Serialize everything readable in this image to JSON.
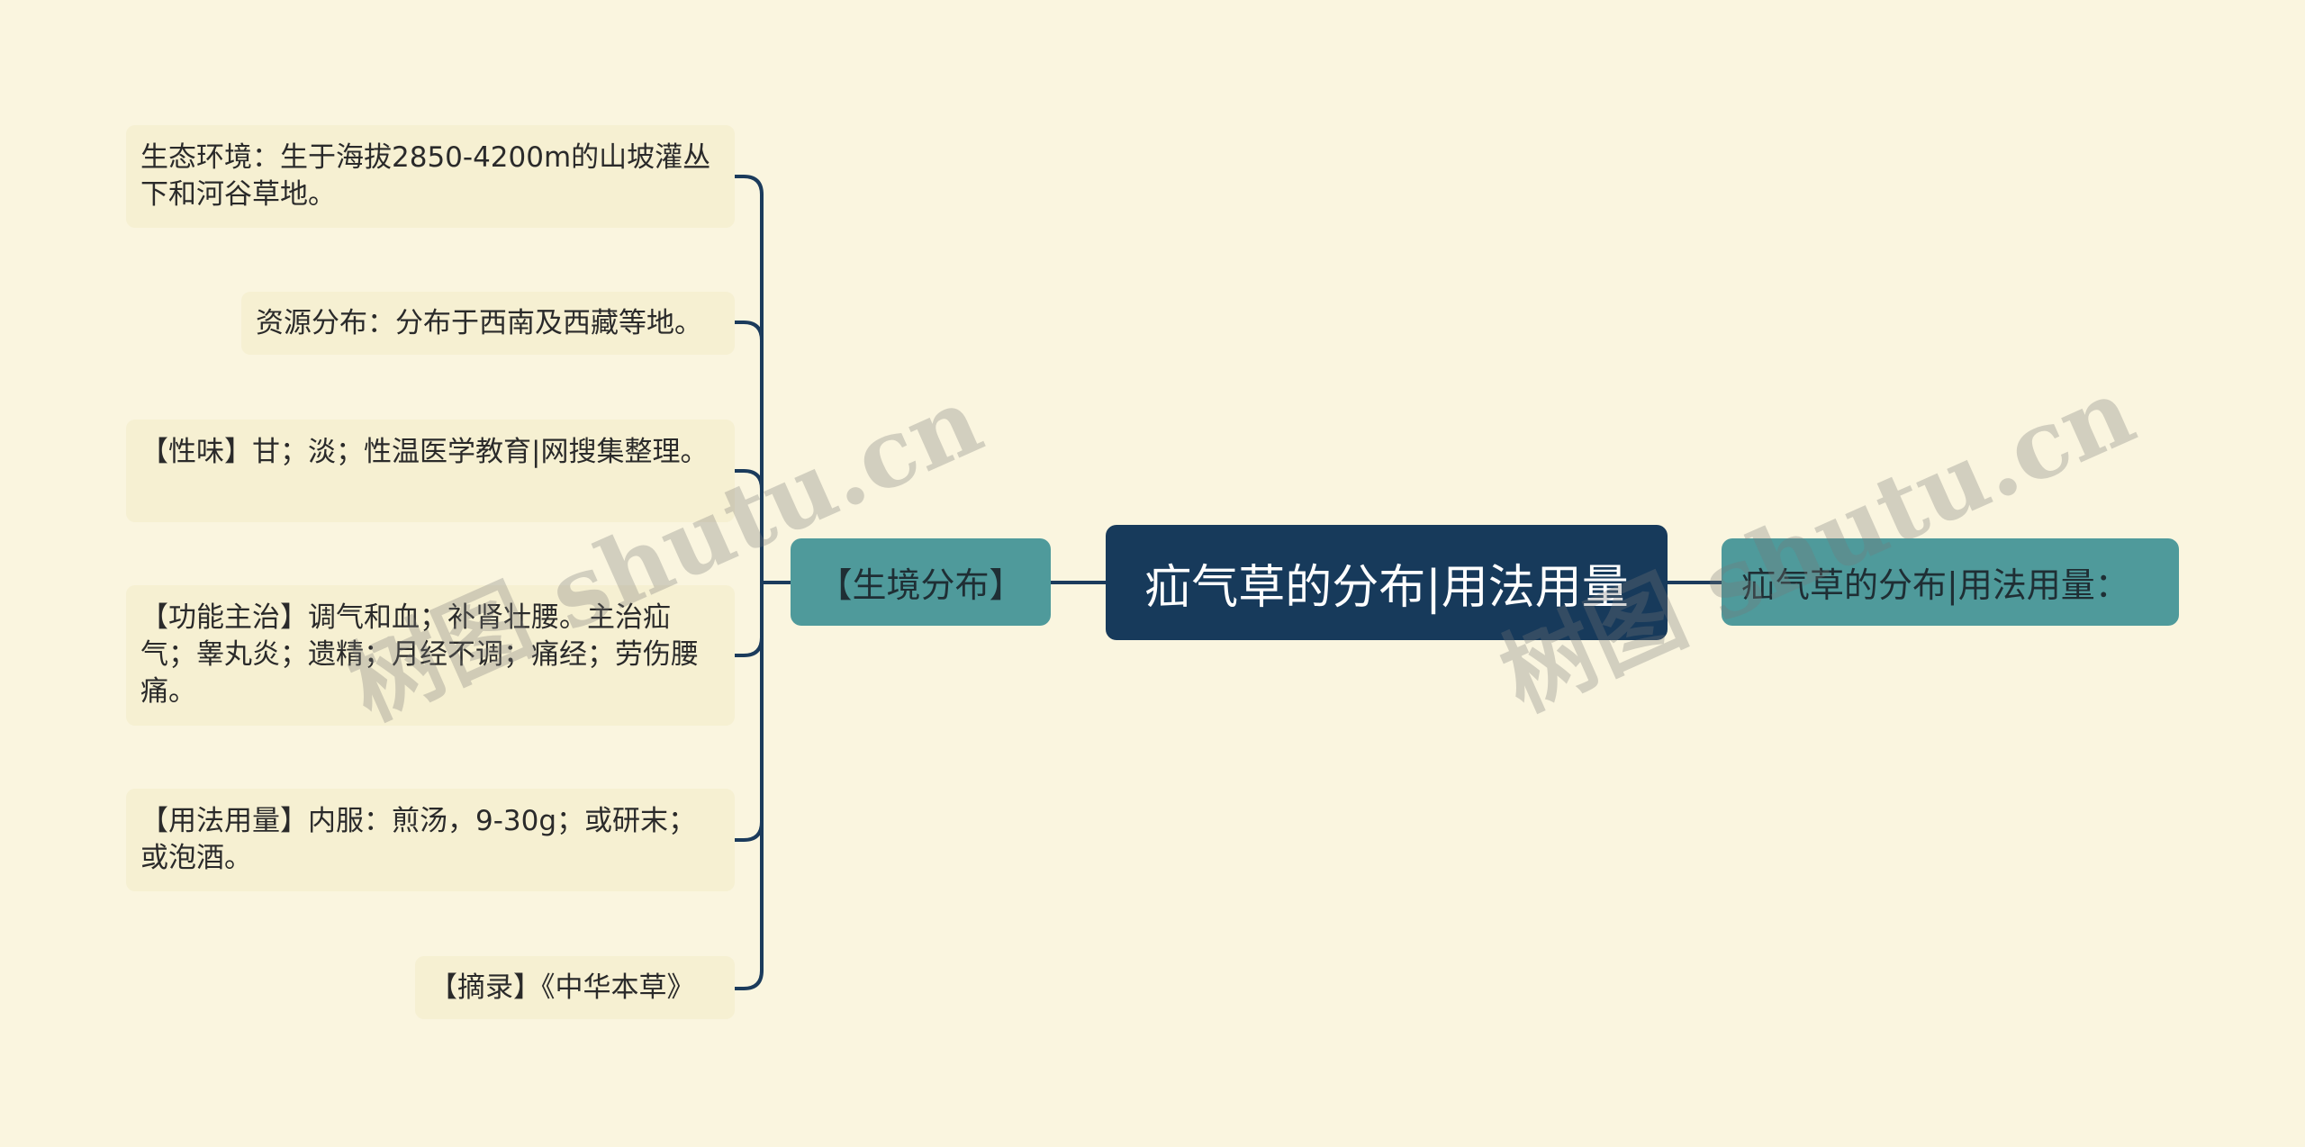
{
  "mindmap": {
    "root": {
      "label": "疝气草的分布|用法用量"
    },
    "left_branch": {
      "label": "【生境分布】",
      "leaves": [
        {
          "text": "生态环境：生于海拔2850-4200m的山坡灌丛下和河谷草地。"
        },
        {
          "text": "资源分布：分布于西南及西藏等地。"
        },
        {
          "text": "【性味】甘；淡；性温医学教育|网搜集整理。"
        },
        {
          "text": "【功能主治】调气和血；补肾壮腰。主治疝气；睾丸炎；遗精；月经不调；痛经；劳伤腰痛。"
        },
        {
          "text": "【用法用量】内服：煎汤，9-30g；或研末；或泡酒。"
        },
        {
          "text": "【摘录】《中华本草》"
        }
      ]
    },
    "right_branch": {
      "label": "疝气草的分布|用法用量："
    }
  },
  "watermarks": [
    "树图 shutu.cn",
    "树图 shutu.cn"
  ],
  "colors": {
    "background": "#faf5df",
    "root_fill": "#173a5b",
    "branch_fill": "#4f9a9b",
    "leaf_fill": "#f6f0d2",
    "connector": "#173a5b"
  }
}
